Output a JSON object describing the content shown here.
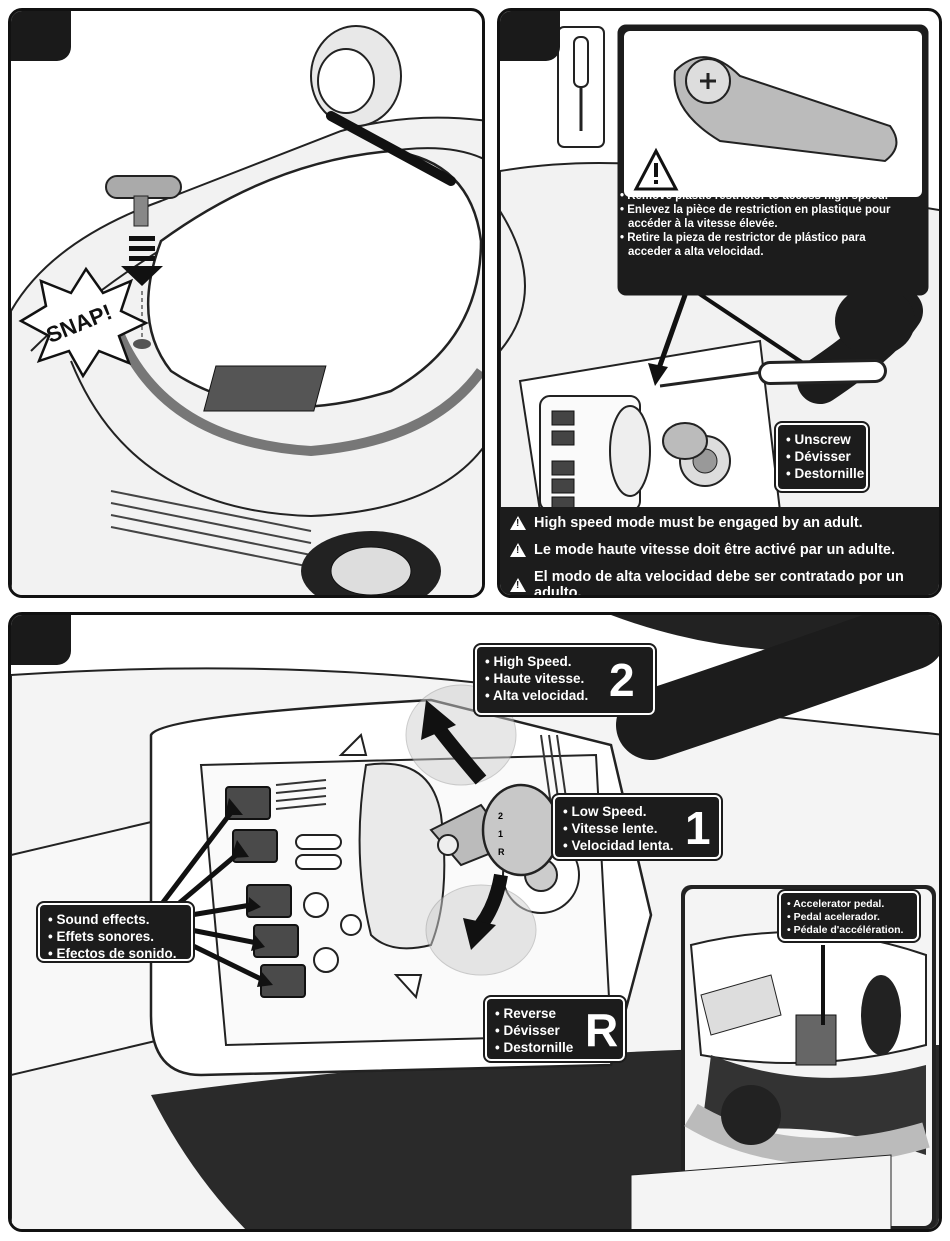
{
  "panel1": {
    "snap_label": "SNAP!"
  },
  "panel2": {
    "restrictor_notes": [
      "• Remove plastic restrictor to access high speed.",
      "• Enlevez la pièce de restriction en plastique pour",
      "  accéder à la vitesse élevée.",
      "• Retire la pieza de restrictor de plástico para",
      "  acceder a alta velocidad."
    ],
    "unscrew": [
      "• Unscrew",
      "• Dévisser",
      "• Destornille"
    ],
    "warnings": [
      "High speed mode must be engaged by an adult.",
      "Le mode haute vitesse doit être activé par un adulte.",
      "El modo de alta velocidad debe ser contratado por un adulto."
    ]
  },
  "panel3": {
    "high_speed": [
      "• High Speed.",
      "• Haute vitesse.",
      "• Alta velocidad."
    ],
    "high_speed_num": "2",
    "low_speed": [
      "• Low Speed.",
      "• Vitesse lente.",
      "• Velocidad lenta."
    ],
    "low_speed_num": "1",
    "sound": [
      "• Sound effects.",
      "• Effets sonores.",
      "• Efectos de sonido."
    ],
    "reverse": [
      "• Reverse",
      "• Dévisser",
      "• Destornille"
    ],
    "reverse_letter": "R",
    "pedal": [
      "• Accelerator pedal.",
      "• Pedal acelerador.",
      "• Pédale d'accélération."
    ],
    "knob_marks": [
      "2",
      "1",
      "R"
    ]
  }
}
